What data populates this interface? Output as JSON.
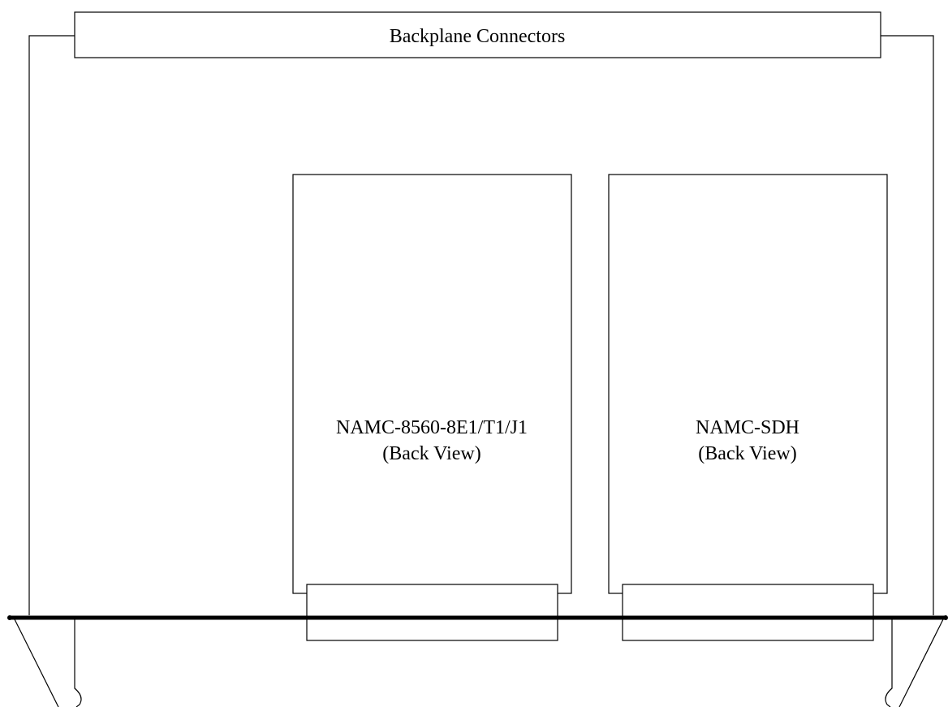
{
  "backplane": {
    "label": "Backplane Connectors"
  },
  "modules": [
    {
      "name": "NAMC-8560-8E1/T1/J1",
      "view": "(Back View)"
    },
    {
      "name": "NAMC-SDH",
      "view": "(Back View)"
    }
  ],
  "colors": {
    "line": "#000000",
    "background": "#ffffff"
  }
}
